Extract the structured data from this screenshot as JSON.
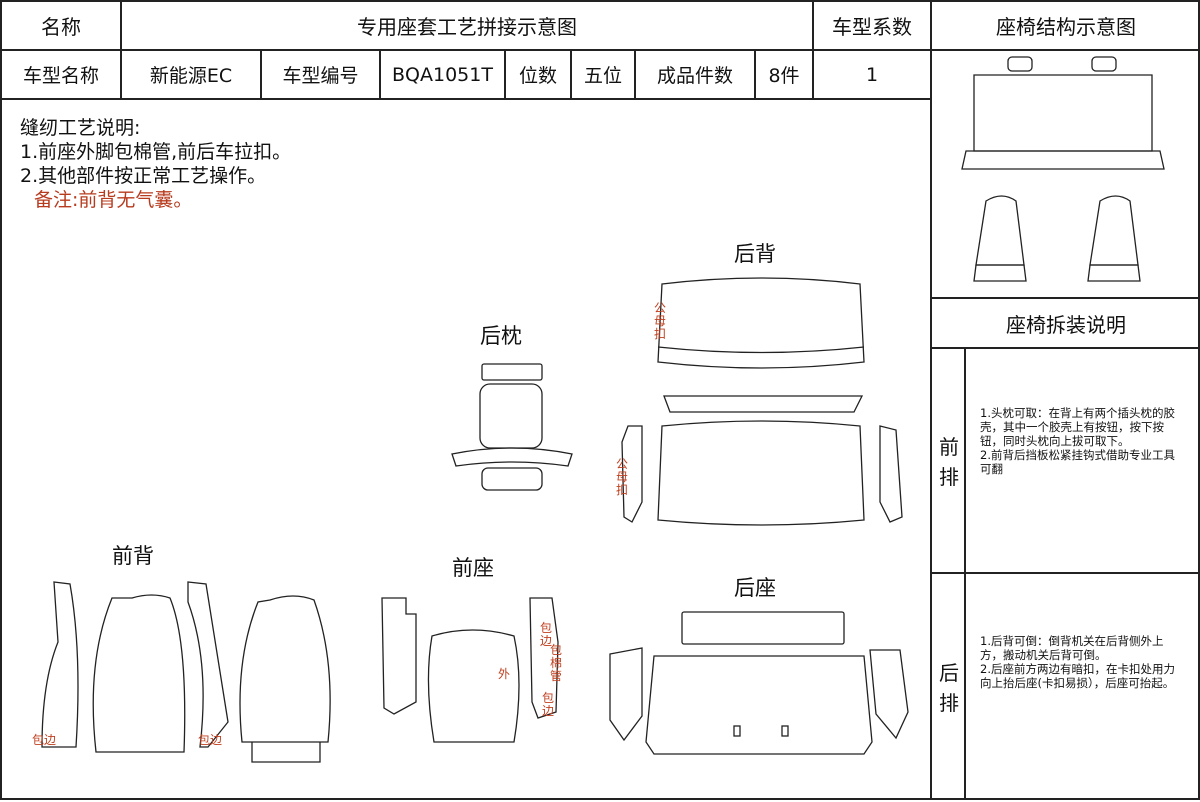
{
  "header": {
    "name_label": "名称",
    "title": "专用座套工艺拼接示意图",
    "model_coef_label": "车型系数",
    "structure_title": "座椅结构示意图"
  },
  "info_row": {
    "model_name_label": "车型名称",
    "model_name_value": "新能源EC",
    "model_code_label": "车型编号",
    "model_code_value": "BQA1051T",
    "seats_label": "位数",
    "seats_value": "五位",
    "pieces_label": "成品件数",
    "pieces_value": "8件",
    "coef_value": "1"
  },
  "notes": {
    "title": "缝纫工艺说明:",
    "line1": "1.前座外脚包棉管,前后车拉扣。",
    "line2": "2.其他部件按正常工艺操作。",
    "remark": "备注:前背无气囊。"
  },
  "parts": {
    "rear_back": "后背",
    "rear_headrest": "后枕",
    "front_back": "前背",
    "front_seat": "前座",
    "rear_seat": "后座"
  },
  "marks": {
    "rear_back_snap_top": "公\n母\n扣",
    "rear_back_snap_side": "公\n母\n扣",
    "front_back_edge_left": "包边",
    "front_back_edge_right": "包边",
    "front_seat_edge": "包\n边",
    "front_seat_outer": "外",
    "front_seat_foam": "包\n棉\n管",
    "front_seat_edge2": "包\n边"
  },
  "disassembly": {
    "title": "座椅拆装说明",
    "front_label": "前\n排",
    "front_text": "1.头枕可取：在背上有两个插头枕的胶壳，其中一个胶壳上有按钮，按下按钮，同时头枕向上拔可取下。\n2.前背后挡板松紧挂钩式借助专业工具可翻",
    "rear_label": "后\n排",
    "rear_text": "1.后背可倒：倒背机关在后背侧外上方，搬动机关后背可倒。\n2.后座前方两边有暗扣，在卡扣处用力向上抬后座(卡扣易损），后座可抬起。"
  }
}
